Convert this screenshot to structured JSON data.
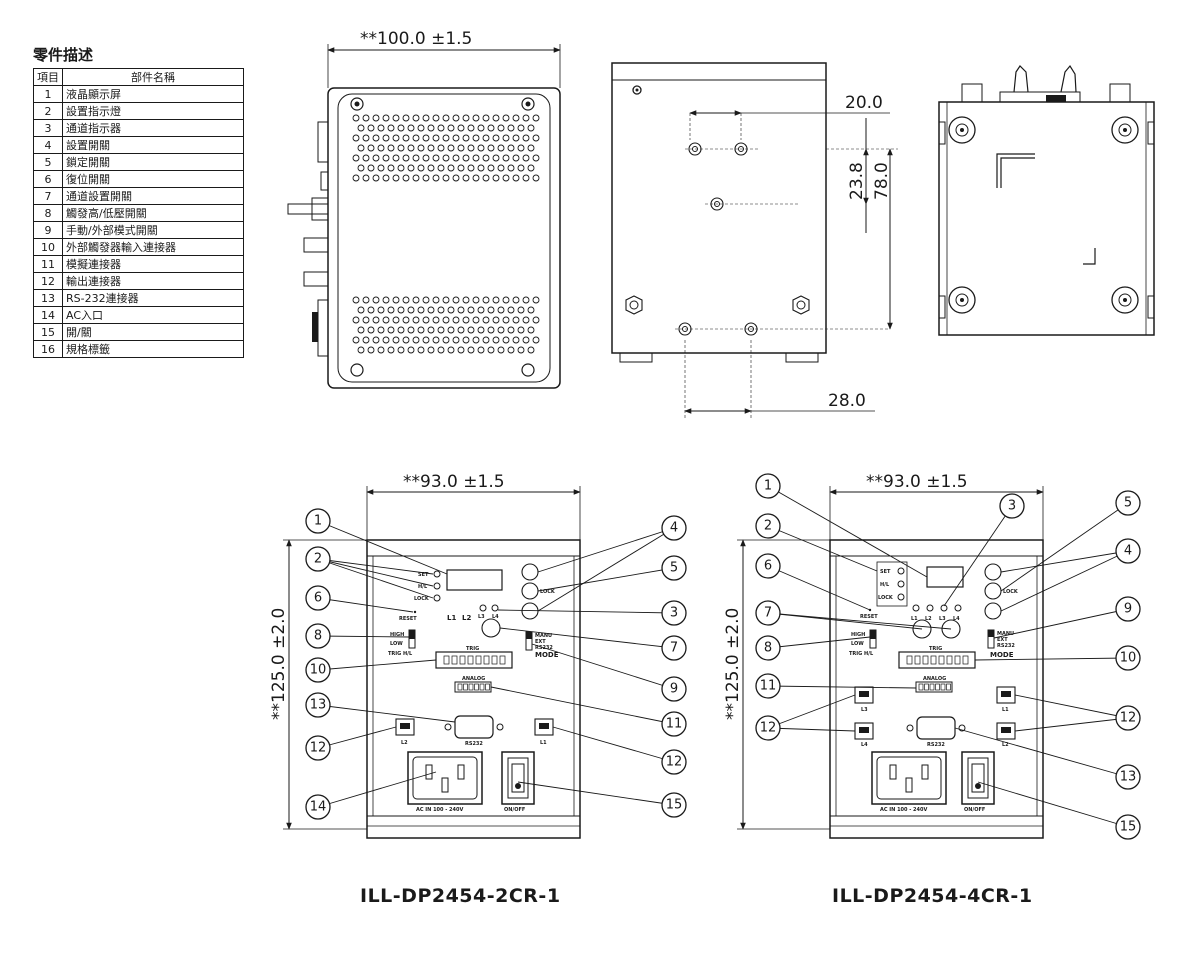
{
  "parts_table": {
    "title": "零件描述",
    "header_num": "項目",
    "header_name": "部件名稱",
    "rows": [
      {
        "num": "1",
        "name": "液晶顯示屏"
      },
      {
        "num": "2",
        "name": "設置指示燈"
      },
      {
        "num": "3",
        "name": "通道指示器"
      },
      {
        "num": "4",
        "name": "設置開關"
      },
      {
        "num": "5",
        "name": "鎖定開關"
      },
      {
        "num": "6",
        "name": "復位開關"
      },
      {
        "num": "7",
        "name": "通道設置開關"
      },
      {
        "num": "8",
        "name": "觸發高/低壓開關"
      },
      {
        "num": "9",
        "name": "手動/外部模式開關"
      },
      {
        "num": "10",
        "name": "外部觸發器輸入連接器"
      },
      {
        "num": "11",
        "name": "模擬連接器"
      },
      {
        "num": "12",
        "name": "輸出連接器"
      },
      {
        "num": "13",
        "name": "RS-232連接器"
      },
      {
        "num": "14",
        "name": "AC入口"
      },
      {
        "num": "15",
        "name": "開/關"
      },
      {
        "num": "16",
        "name": "規格標籤"
      }
    ]
  },
  "dimensions": {
    "side_width": "**100.0 ±1.5",
    "bottom_hole_spacing": "20.0",
    "bottom_hole_offset": "23.8",
    "bottom_height": "78.0",
    "bottom_foot_spacing": "28.0",
    "front_width_left": "**93.0 ±1.5",
    "front_height_left": "**125.0 ±2.0",
    "front_width_right": "**93.0 ±1.5",
    "front_height_right": "**125.0 ±2.0"
  },
  "panel_labels": {
    "set": "SET",
    "hl": "H/L",
    "lock": "LOCK",
    "reset": "RESET",
    "high": "HIGH",
    "low": "LOW",
    "trig_hl": "TRIG H/L",
    "trig": "TRIG",
    "manual": "MANU",
    "ext": "EXT",
    "rs232_mode": "RS232",
    "mode": "MODE",
    "analog": "ANALOG",
    "rs232": "RS232",
    "ac_in": "AC IN 100 - 240V",
    "onoff": "ON/OFF",
    "ch1": "L1",
    "ch2": "L2",
    "ch3": "L3",
    "ch4": "L4"
  },
  "callouts_left": [
    "1",
    "2",
    "6",
    "8",
    "10",
    "13",
    "12",
    "14",
    "4",
    "5",
    "3",
    "7",
    "9",
    "11",
    "12",
    "15"
  ],
  "callouts_right": [
    "1",
    "2",
    "6",
    "7",
    "8",
    "11",
    "12",
    "3",
    "5",
    "4",
    "9",
    "10",
    "12",
    "13",
    "15"
  ],
  "models": {
    "left": "ILL-DP2454-2CR-1",
    "right": "ILL-DP2454-4CR-1"
  }
}
